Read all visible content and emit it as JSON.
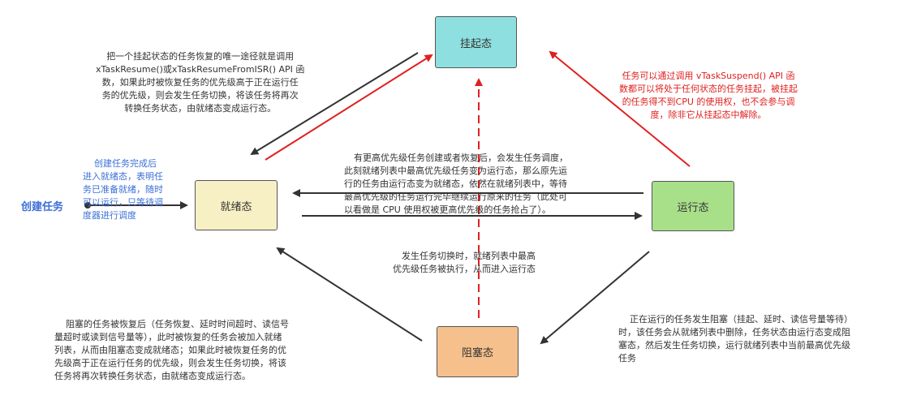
{
  "states": {
    "suspended": "挂起态",
    "ready": "就绪态",
    "running": "运行态",
    "blocked": "阻塞态"
  },
  "create_task": "创建任务",
  "notes": {
    "resume": [
      "把一个挂起状态的任务恢复的唯一途径就是调用",
      "xTaskResume()或xTaskResumeFromISR() API 函",
      "数，如果此时被恢复任务的优先级高于正在运行任",
      "务的优先级，则会发生任务切换，将该任务将再次",
      "转换任务状态，由就绪态变成运行态。"
    ],
    "suspend": [
      "任务可以通过调用 vTaskSuspend() API 函",
      "数都可以将处于任何状态的任务挂起，被挂起",
      "的任务得不到CPU 的使用权，也不会参与调",
      "度，除非它从挂起态中解除。"
    ],
    "create": [
      "创建任务完成后",
      "进入就绪态，表明任",
      "务已准备就绪，随时",
      "可以运行，只等待调",
      "度器进行调度"
    ],
    "preempt": [
      "有更高优先级任务创建或者恢复后，会发生任务调度，",
      "此刻就绪列表中最高优先级任务变为运行态，那么原先运",
      "行的任务由运行态变为就绪态，依然在就绪列表中，等待",
      "最高优先级的任务运行完毕继续运行原来的任务（此处可",
      "以看做是 CPU 使用权被更高优先级的任务抢占了）。"
    ],
    "switch": [
      "发生任务切换时，就绪列表中最高",
      "优先级任务被执行，从而进入运行态"
    ],
    "unblock": [
      "阻塞的任务被恢复后（任务恢复、延时时间超时、读信号",
      "量超时或读到信号量等），此时被恢复的任务会被加入就绪",
      "列表，从而由阻塞态变成就绪态；如果此时被恢复任务的优",
      "先级高于正在运行任务的优先级，则会发生任务切换，将该",
      "任务将再次转换任务状态，由就绪态变成运行态。"
    ],
    "block": [
      "正在运行的任务发生阻塞（挂起、延时、读信号量等待）",
      "时，该任务会从就绪列表中删除，任务状态由运行态变成阻",
      "塞态，然后发生任务切换，运行就绪列表中当前最高优先级",
      "任务"
    ]
  }
}
